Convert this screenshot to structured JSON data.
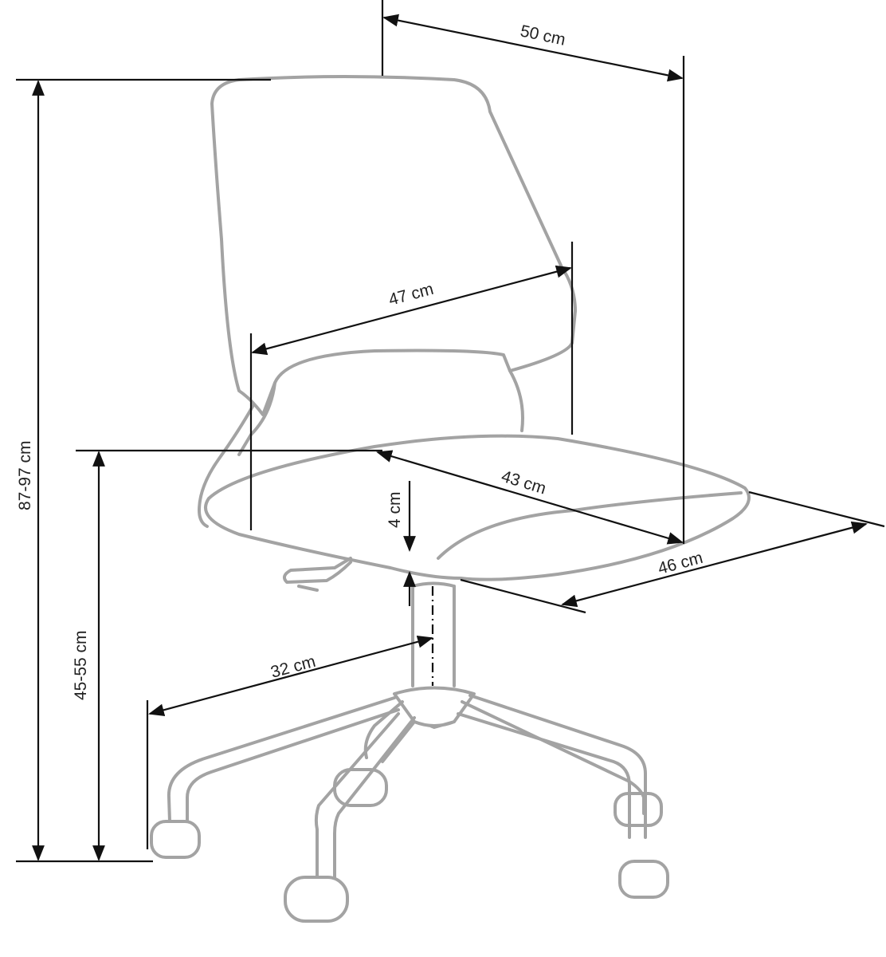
{
  "title": "Office chair dimensions diagram",
  "dimensions": {
    "width_total": "50 cm",
    "back_width": "47 cm",
    "seat_depth": "43 cm",
    "seat_thickness": "4 cm",
    "seat_width": "46 cm",
    "base_radius": "32 cm",
    "seat_height": "45-55 cm",
    "total_height": "87-97 cm"
  },
  "colors": {
    "chair_outline": "#a3a3a3",
    "dimension_lines": "#111111"
  }
}
